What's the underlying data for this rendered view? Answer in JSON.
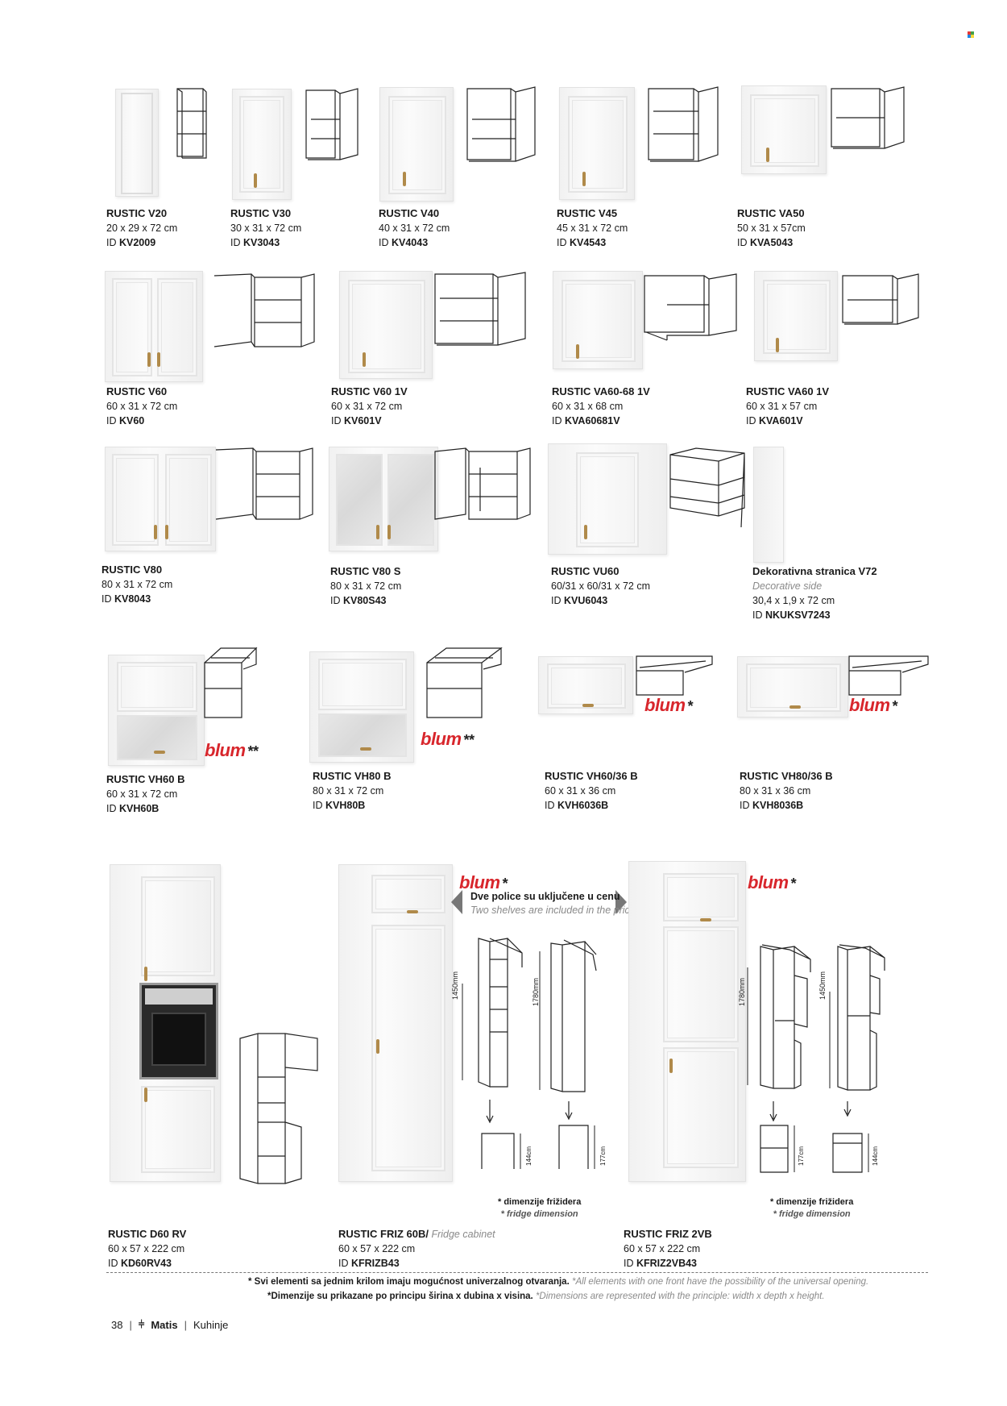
{
  "products": [
    {
      "name": "RUSTIC V20",
      "dims": "20 x 29 x 72 cm",
      "id_prefix": "ID ",
      "id": "KV2009"
    },
    {
      "name": "RUSTIC V30",
      "dims": "30 x 31 x 72 cm",
      "id_prefix": "ID ",
      "id": "KV3043"
    },
    {
      "name": "RUSTIC  V40",
      "dims": "40 x 31 x 72 cm",
      "id_prefix": "ID ",
      "id": "KV4043"
    },
    {
      "name": "RUSTIC  V45",
      "dims": "45 x 31 x 72 cm",
      "id_prefix": "ID ",
      "id": "KV4543"
    },
    {
      "name": "RUSTIC  VA50",
      "dims": "50 x 31 x 57cm",
      "id_prefix": "ID ",
      "id": "KVA5043"
    },
    {
      "name": "RUSTIC  V60",
      "dims": "60 x 31 x 72 cm",
      "id_prefix": "ID ",
      "id": "KV60"
    },
    {
      "name": "RUSTIC  V60 1V",
      "dims": "60 x 31 x 72 cm",
      "id_prefix": "ID ",
      "id": "KV601V"
    },
    {
      "name": "RUSTIC VA60-68 1V",
      "dims": "60 x 31 x 68 cm",
      "id_prefix": "ID ",
      "id": "KVA60681V"
    },
    {
      "name": "RUSTIC  VA60 1V",
      "dims": "60 x 31 x 57 cm",
      "id_prefix": "ID ",
      "id": "KVA601V"
    },
    {
      "name": "RUSTIC V80",
      "dims": "80 x 31 x 72 cm",
      "id_prefix": "ID ",
      "id": "KV8043"
    },
    {
      "name": "RUSTIC V80 S",
      "dims": "80 x 31 x 72 cm",
      "id_prefix": "ID ",
      "id": "KV80S43"
    },
    {
      "name": "RUSTIC  VU60",
      "dims": "60/31 x 60/31 x 72 cm",
      "id_prefix": "ID ",
      "id": "KVU6043"
    },
    {
      "name": "Dekorativna stranica V72",
      "sub": "Decorative side",
      "dims": "30,4 x 1,9 x 72 cm",
      "id_prefix": "ID ",
      "id": "NKUKSV7243"
    },
    {
      "name": "RUSTIC  VH60 B",
      "dims": "60 x 31 x 72 cm",
      "id_prefix": "ID ",
      "id": "KVH60B"
    },
    {
      "name": "RUSTIC VH80 B",
      "dims": "80 x 31 x 72 cm",
      "id_prefix": "ID ",
      "id": "KVH80B"
    },
    {
      "name": "RUSTIC VH60/36 B",
      "dims": "60 x 31 x 36 cm",
      "id_prefix": "ID ",
      "id": "KVH6036B"
    },
    {
      "name": "RUSTIC VH80/36 B",
      "dims": "80 x 31 x 36 cm",
      "id_prefix": "ID ",
      "id": "KVH8036B"
    },
    {
      "name": "RUSTIC D60 RV",
      "dims": "60 x 57 x 222 cm",
      "id_prefix": "ID ",
      "id": "KD60RV43"
    },
    {
      "name": "RUSTIC FRIZ 60B/",
      "sub": " Fridge cabinet",
      "dims": "60 x 57 x 222 cm",
      "id_prefix": "ID ",
      "id": "KFRIZB43"
    },
    {
      "name": "RUSTIC FRIZ 2VB",
      "dims": "60 x 57 x 222 cm",
      "id_prefix": "ID ",
      "id": "KFRIZ2VB43"
    }
  ],
  "blum": {
    "brand": "blum",
    "star_one": "*",
    "star_two": "**"
  },
  "shelves": {
    "sr": "Dve police su uključene u cenu",
    "en": "Two shelves are included in the price"
  },
  "fridge": {
    "sr": "* dimenzije frižidera",
    "en": "* fridge dimension",
    "m1450": "1450mm",
    "m1780": "1780mm",
    "c144": "144cm",
    "c177": "177cm"
  },
  "notes": {
    "line1_bold": "* Svi elementi sa jednim krilom imaju mogućnost univerzalnog otvaranja.",
    "line1_it": " *All elements with one front have the possibility of the universal opening.",
    "line2_bold": "*Dimenzije su prikazane po principu širina x dubina x visina.",
    "line2_it": " *Dimensions are represented with the principle: width x depth x height."
  },
  "footer": {
    "page": "38",
    "brand": "Matis",
    "section": "Kuhinje"
  },
  "colors": {
    "blum_red": "#d8262c",
    "brass": "#b08a4a"
  }
}
